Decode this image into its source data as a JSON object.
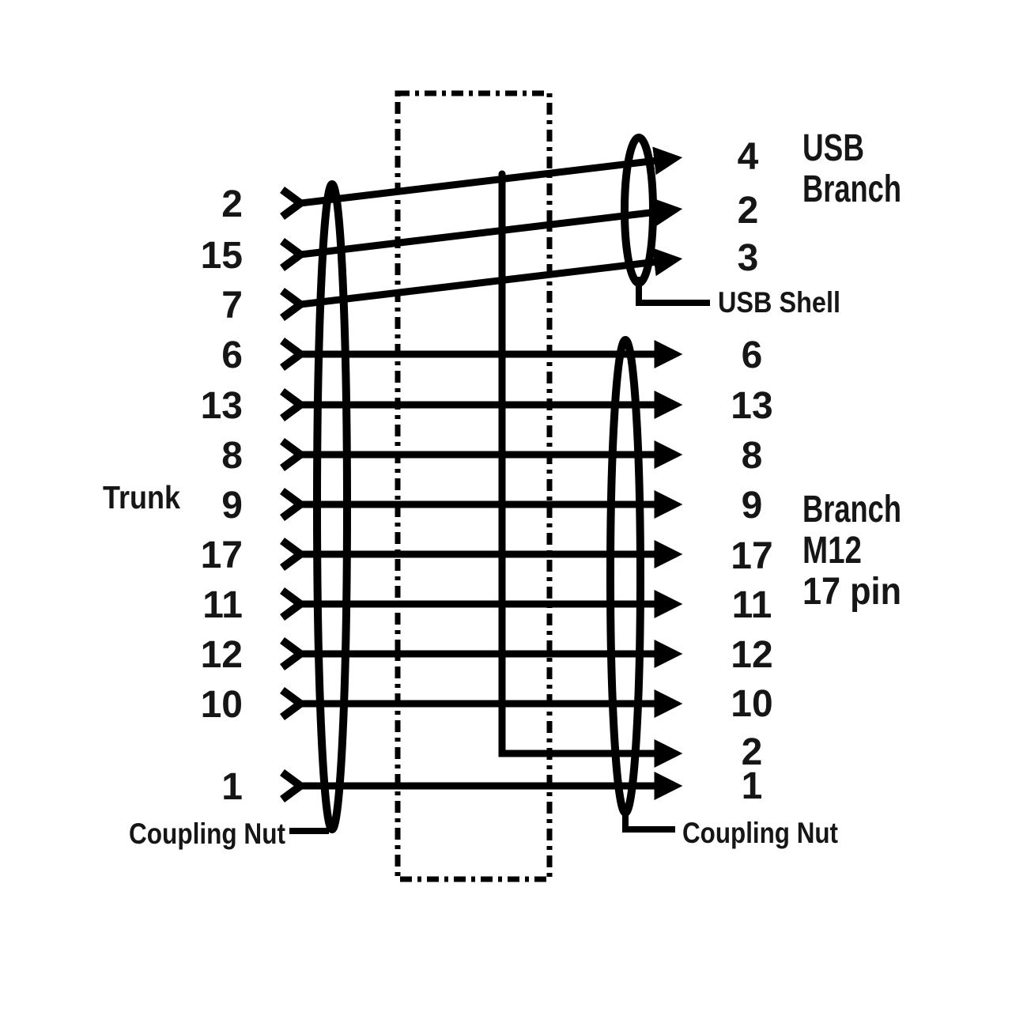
{
  "diagram": {
    "type": "cable-wiring-diagram",
    "colors": {
      "line": "#000000",
      "text": "#161616",
      "background": "#ffffff"
    },
    "trunk": {
      "label": "Trunk",
      "pins": [
        "2",
        "15",
        "7",
        "6",
        "13",
        "8",
        "9",
        "17",
        "11",
        "12",
        "10",
        "1"
      ],
      "coupling_nut": "Coupling Nut"
    },
    "usb_branch": {
      "name_lines": [
        "USB",
        "Branch"
      ],
      "pins": [
        "4",
        "2",
        "3"
      ],
      "shell": "USB Shell"
    },
    "m12_branch": {
      "name_lines": [
        "Branch",
        "M12",
        "17 pin"
      ],
      "pins": [
        "6",
        "13",
        "8",
        "9",
        "17",
        "11",
        "12",
        "10",
        "2",
        "1"
      ],
      "coupling_nut": "Coupling Nut"
    },
    "connections": [
      {
        "from": "trunk:2",
        "to": "usb:4"
      },
      {
        "from": "trunk:15",
        "to": "usb:2"
      },
      {
        "from": "trunk:7",
        "to": "usb:3"
      },
      {
        "from": "trunk:6",
        "to": "m12:6"
      },
      {
        "from": "trunk:13",
        "to": "m12:13"
      },
      {
        "from": "trunk:8",
        "to": "m12:8"
      },
      {
        "from": "trunk:9",
        "to": "m12:9"
      },
      {
        "from": "trunk:17",
        "to": "m12:17"
      },
      {
        "from": "trunk:11",
        "to": "m12:11"
      },
      {
        "from": "trunk:12",
        "to": "m12:12"
      },
      {
        "from": "trunk:10",
        "to": "m12:10"
      },
      {
        "from": "trunk:1",
        "to": "m12:1"
      },
      {
        "from": "tap-of(trunk:2-usb:4)",
        "to": "m12:2"
      }
    ]
  }
}
